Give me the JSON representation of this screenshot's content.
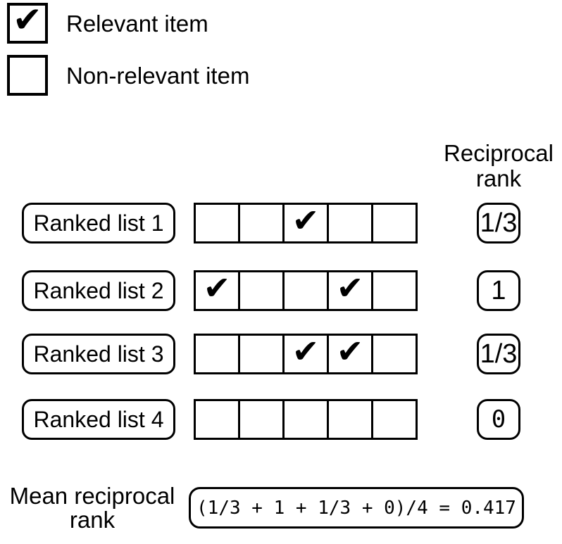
{
  "colors": {
    "background": "#ffffff",
    "ink": "#000000"
  },
  "icons": {
    "check": "✔"
  },
  "legend": {
    "items": [
      {
        "label": "Relevant item",
        "icon": "✔",
        "checked": true
      },
      {
        "label": "Non-relevant item",
        "icon": "",
        "checked": false
      }
    ]
  },
  "header": {
    "line1": "Reciprocal",
    "line2": "rank"
  },
  "rows": [
    {
      "label": "Ranked list 1",
      "cells": [
        "",
        "",
        "✔",
        "",
        ""
      ],
      "relevant_positions": [
        3
      ],
      "reciprocal_rank": "1/3"
    },
    {
      "label": "Ranked list 2",
      "cells": [
        "✔",
        "",
        "",
        "✔",
        ""
      ],
      "relevant_positions": [
        1,
        4
      ],
      "reciprocal_rank": "1"
    },
    {
      "label": "Ranked list 3",
      "cells": [
        "",
        "",
        "✔",
        "✔",
        ""
      ],
      "relevant_positions": [
        3,
        4
      ],
      "reciprocal_rank": "1/3"
    },
    {
      "label": "Ranked list 4",
      "cells": [
        "",
        "",
        "",
        "",
        ""
      ],
      "relevant_positions": [],
      "reciprocal_rank": "0"
    }
  ],
  "footer": {
    "label_line1": "Mean reciprocal",
    "label_line2": "rank",
    "formula": "(1/3 + 1 + 1/3 + 0)/4 = 0.417"
  }
}
